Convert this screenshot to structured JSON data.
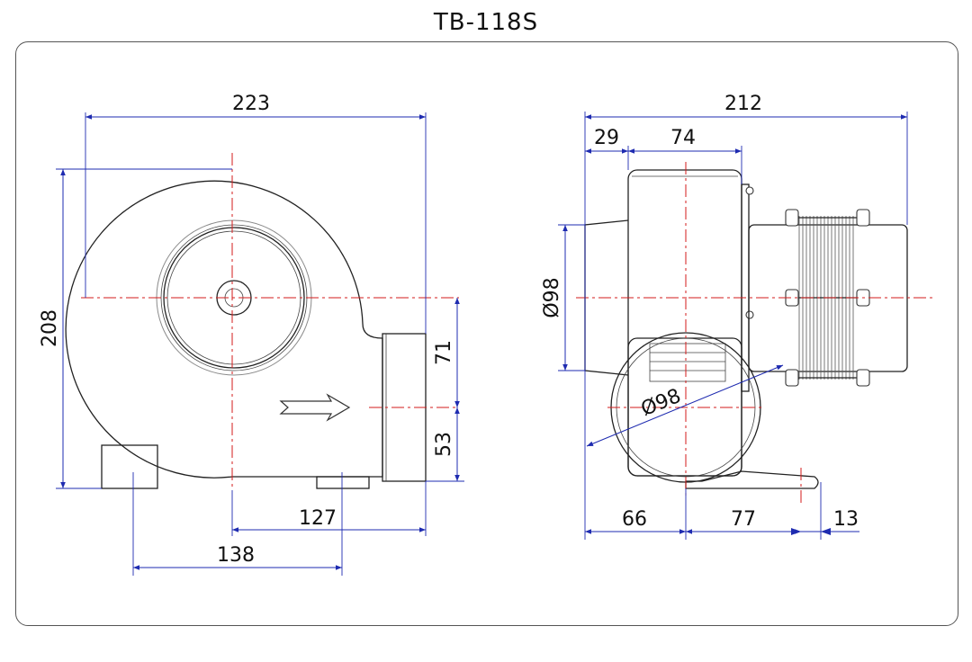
{
  "title": "TB-118S",
  "front_view": {
    "width": "223",
    "height": "208",
    "upper_offset": "71",
    "lower_offset": "53",
    "outlet_span": "127",
    "base_span": "138"
  },
  "side_view": {
    "overall_depth": "212",
    "inlet_offset": "29",
    "housing_depth": "74",
    "inlet_diameter": "Ø98",
    "outlet_diameter": "Ø98",
    "base_front": "66",
    "base_rear": "77",
    "base_tip": "13"
  },
  "colors": {
    "dimension": "#1e2bb0",
    "centerline": "#d31b1b",
    "outline": "#222222"
  }
}
